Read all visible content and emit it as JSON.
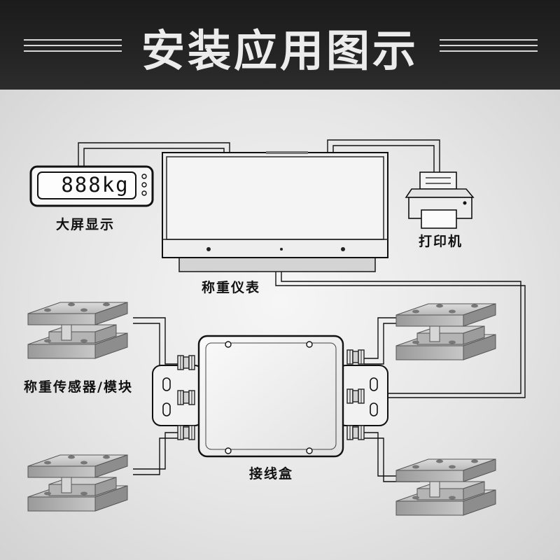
{
  "header": {
    "title": "安装应用图示"
  },
  "labels": {
    "display": "大屏显示",
    "printer": "打印机",
    "indicator": "称重仪表",
    "sensor": "称重传感器/模块",
    "junction_box": "接线盒"
  },
  "display_readout": "888kg",
  "colors": {
    "header_bg": "#222222",
    "header_text": "#ececec",
    "line": "#111111"
  }
}
